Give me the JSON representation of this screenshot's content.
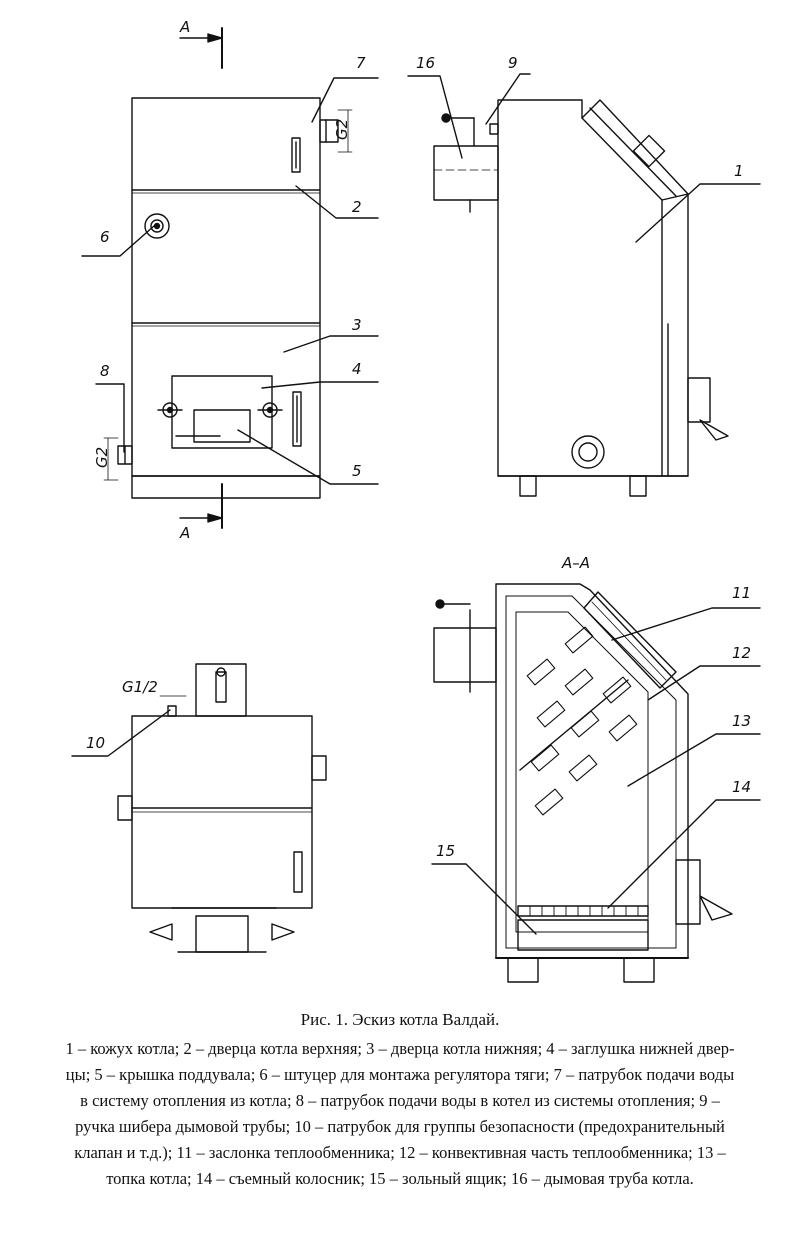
{
  "section_label": "A",
  "section_title": "A–A",
  "thread_labels": {
    "g2_top": "G2",
    "g2_left": "G2",
    "g1_2": "G1/2"
  },
  "callouts": {
    "c1": "1",
    "c2": "2",
    "c3": "3",
    "c4": "4",
    "c5": "5",
    "c6": "6",
    "c7": "7",
    "c8": "8",
    "c9": "9",
    "c10": "10",
    "c11": "11",
    "c12": "12",
    "c13": "13",
    "c14": "14",
    "c15": "15",
    "c16": "16"
  },
  "caption": {
    "title": "Рис. 1. Эскиз котла Валдай.",
    "lines": [
      "1 – кожух котла; 2 – дверца котла верхняя; 3 – дверца котла нижняя; 4 – заглушка нижней двер-",
      "цы; 5 – крышка поддувала; 6 – штуцер для монтажа регулятора тяги; 7 – патрубок подачи воды",
      "в систему отопления из котла; 8 – патрубок подачи воды в котел из системы отопления; 9 –",
      "ручка шибера дымовой трубы; 10 – патрубок для группы безопасности (предохранительный",
      "клапан и т.д.); 11 – заслонка теплообменника; 12 – конвективная часть теплообменника; 13 –",
      "топка котла; 14 – съемный колосник; 15 – зольный ящик; 16 – дымовая труба котла."
    ]
  }
}
